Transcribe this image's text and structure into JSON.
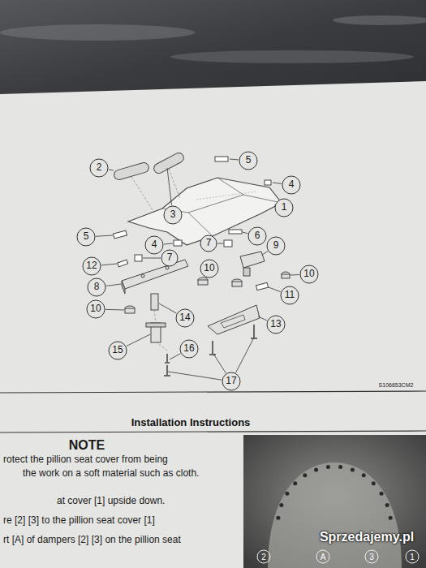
{
  "diagram": {
    "title": "Installation Instructions",
    "labels": [
      "2",
      "3",
      "5",
      "4",
      "1",
      "5",
      "6",
      "4",
      "7",
      "7",
      "9",
      "12",
      "10",
      "10",
      "8",
      "11",
      "10",
      "13",
      "14",
      "15",
      "16",
      "17",
      "S106653CM2",
      "NOTE",
      "rotect the pillion seat cover from being",
      "the work on a soft material such as cloth.",
      "at cover [1] upside down.",
      "re [2] [3] to the pillion seat cover [1]",
      "rt [A] of dampers [2] [3] on the pillion seat",
      "2",
      "A",
      "3",
      "1",
      "Sprzedajemy.pl"
    ]
  }
}
